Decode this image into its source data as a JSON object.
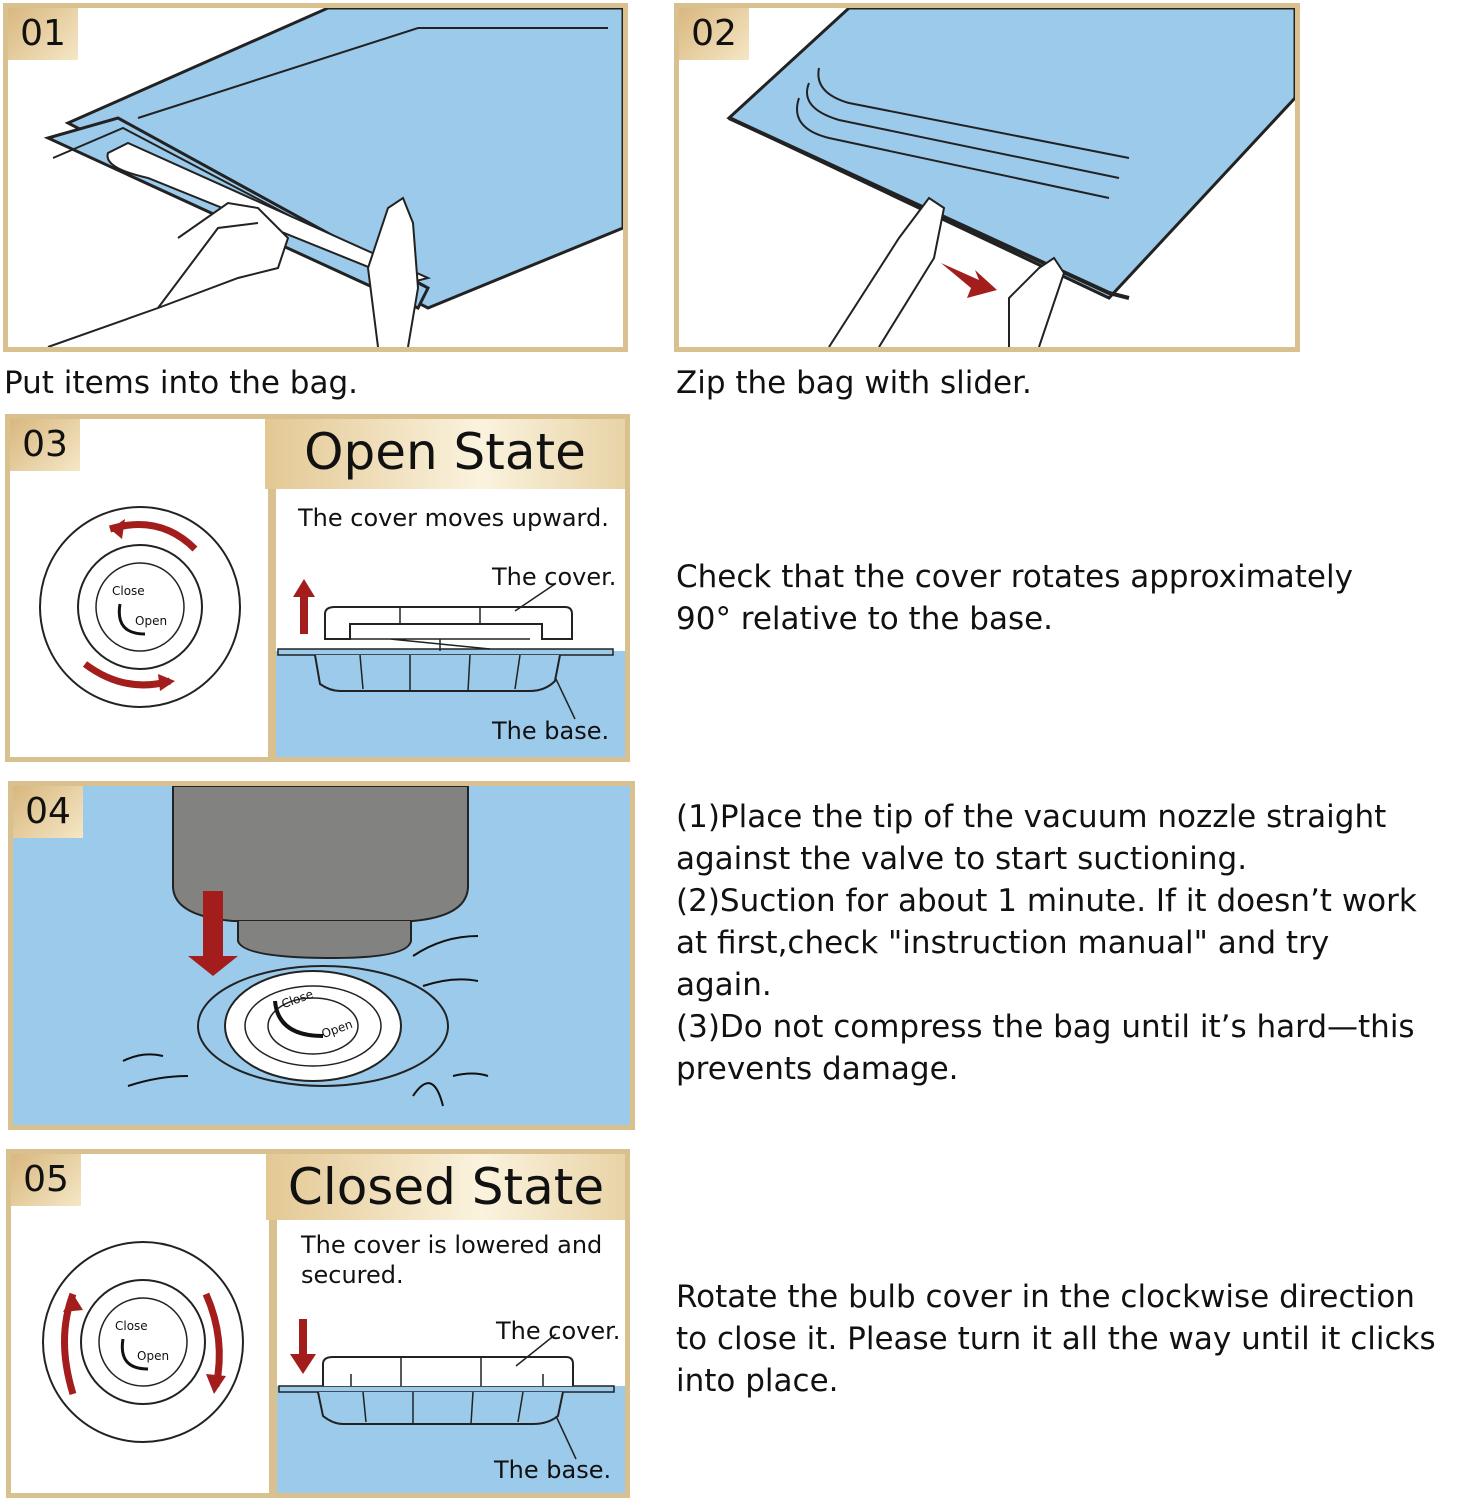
{
  "colors": {
    "blue": "#9ccaea",
    "gold": "#d9c08f",
    "red": "#a31d1d",
    "nozzle": "#828380"
  },
  "steps": [
    {
      "num": "01",
      "caption": "Put items into the bag."
    },
    {
      "num": "02",
      "caption": "Zip the bag with slider."
    },
    {
      "num": "03",
      "title": "Open State",
      "subtitle": "The cover moves upward.",
      "cover_label": "The cover.",
      "base_label": "The base.",
      "dial_close": "Close",
      "dial_open": "Open",
      "description": [
        "Check that the cover rotates approximately",
        "90° relative to the base."
      ]
    },
    {
      "num": "04",
      "dial_close": "Close",
      "dial_open": "Open",
      "description": [
        "(1)Place the tip of the vacuum nozzle straight",
        "against the valve to start suctioning.",
        "(2)Suction for about 1 minute. If it doesn’t work",
        "at first,check \"instruction manual\" and try",
        "again.",
        "(3)Do not compress the bag until it’s hard—this",
        "prevents damage."
      ]
    },
    {
      "num": "05",
      "title": "Closed State",
      "subtitle": [
        "The cover is lowered and",
        "secured."
      ],
      "cover_label": "The cover.",
      "base_label": "The base.",
      "dial_close": "Close",
      "dial_open": "Open",
      "description": [
        "Rotate the bulb cover in the clockwise direction",
        "to close it. Please turn it all the way until it clicks",
        "into place."
      ]
    }
  ]
}
